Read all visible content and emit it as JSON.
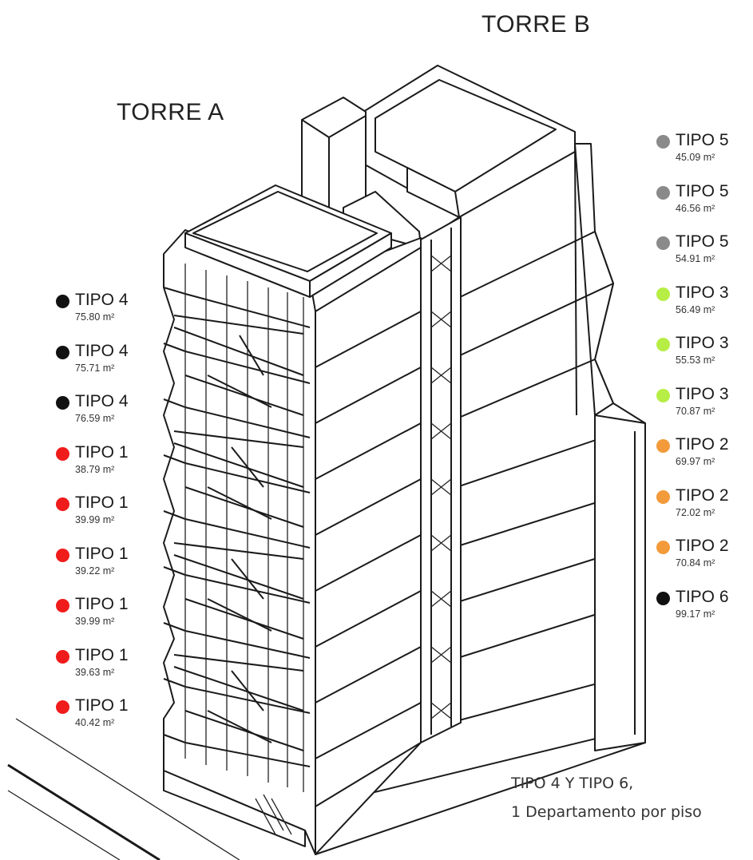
{
  "towers": {
    "a": "TORRE A",
    "b": "TORRE B"
  },
  "colors": {
    "tipo1": "#f01c1c",
    "tipo2": "#f39a3a",
    "tipo3": "#b6ee45",
    "tipo4": "#111111",
    "tipo5": "#8a8a8a",
    "tipo6": "#111111"
  },
  "legend_left": [
    {
      "label": "TIPO 4",
      "area": "75.80 m²",
      "color": "#111111"
    },
    {
      "label": "TIPO 4",
      "area": "75.71 m²",
      "color": "#111111"
    },
    {
      "label": "TIPO 4",
      "area": "76.59 m²",
      "color": "#111111"
    },
    {
      "label": "TIPO 1",
      "area": "38.79 m²",
      "color": "#f01c1c"
    },
    {
      "label": "TIPO 1",
      "area": "39.99 m²",
      "color": "#f01c1c"
    },
    {
      "label": "TIPO 1",
      "area": "39.22 m²",
      "color": "#f01c1c"
    },
    {
      "label": "TIPO 1",
      "area": "39.99 m²",
      "color": "#f01c1c"
    },
    {
      "label": "TIPO 1",
      "area": "39.63 m²",
      "color": "#f01c1c"
    },
    {
      "label": "TIPO 1",
      "area": "40.42 m²",
      "color": "#f01c1c"
    }
  ],
  "legend_right": [
    {
      "label": "TIPO 5",
      "area": "45.09 m²",
      "color": "#8a8a8a"
    },
    {
      "label": "TIPO 5",
      "area": "46.56 m²",
      "color": "#8a8a8a"
    },
    {
      "label": "TIPO 5",
      "area": "54.91 m²",
      "color": "#8a8a8a"
    },
    {
      "label": "TIPO 3",
      "area": "56.49 m²",
      "color": "#b6ee45"
    },
    {
      "label": "TIPO 3",
      "area": "55.53 m²",
      "color": "#b6ee45"
    },
    {
      "label": "TIPO 3",
      "area": "70.87 m²",
      "color": "#b6ee45"
    },
    {
      "label": "TIPO 2",
      "area": "69.97 m²",
      "color": "#f39a3a"
    },
    {
      "label": "TIPO 2",
      "area": "72.02 m²",
      "color": "#f39a3a"
    },
    {
      "label": "TIPO 2",
      "area": "70.84 m²",
      "color": "#f39a3a"
    },
    {
      "label": "TIPO 6",
      "area": "99.17 m²",
      "color": "#111111"
    }
  ],
  "note": {
    "line1": "TIPO 4 Y TIPO 6,",
    "line2": "1 Departamento por piso"
  }
}
